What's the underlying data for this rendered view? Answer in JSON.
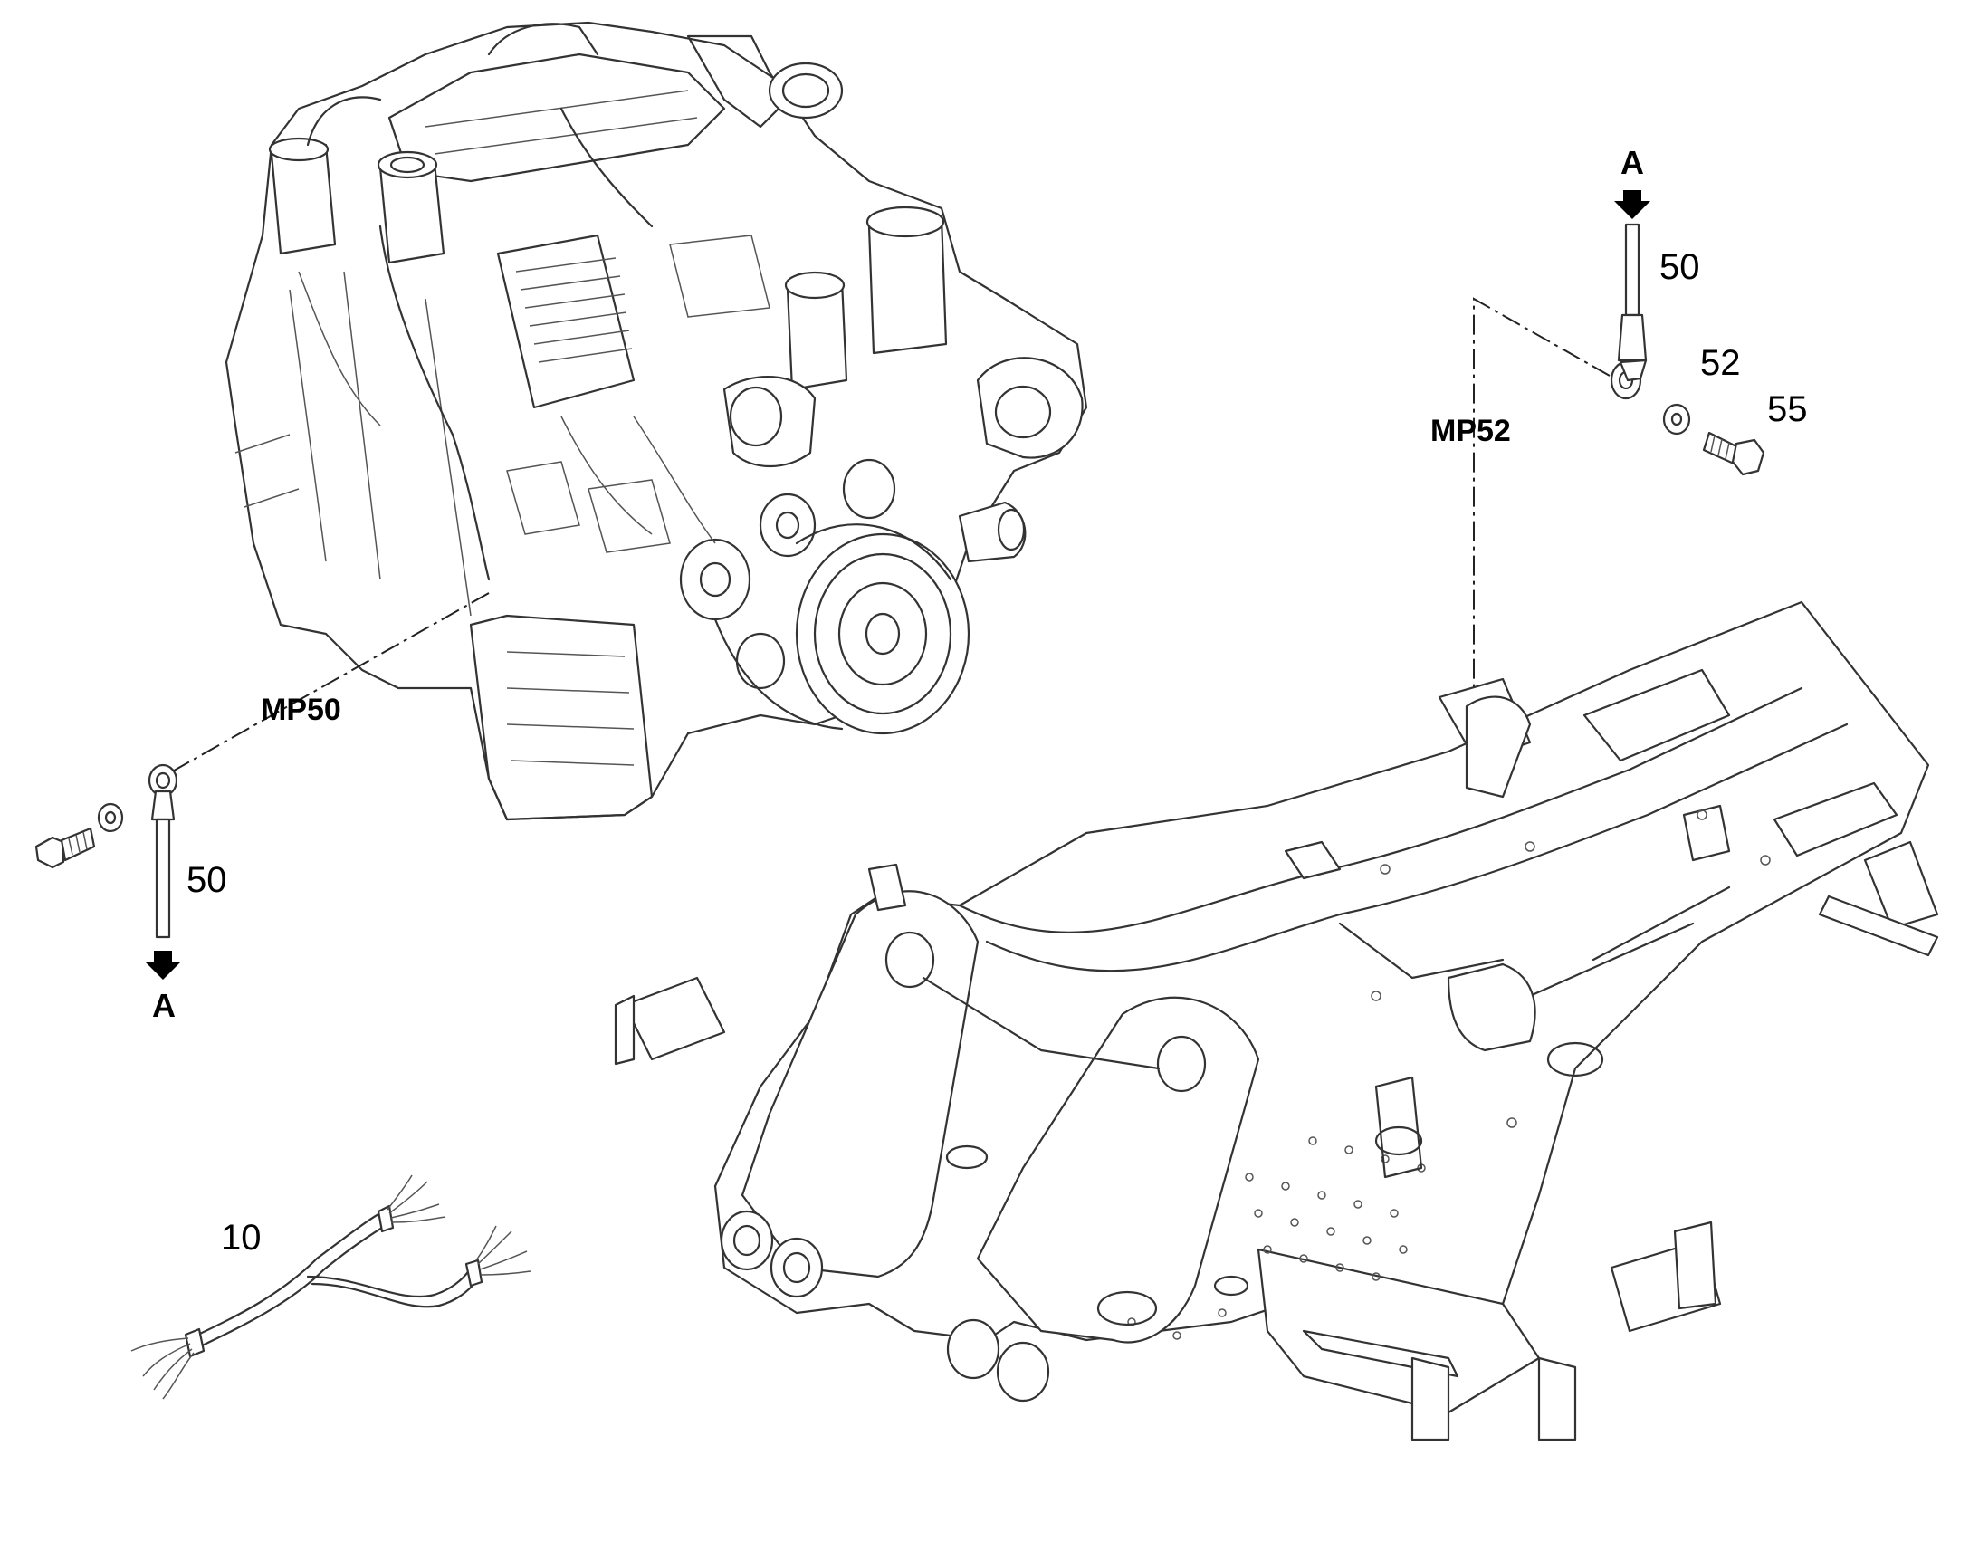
{
  "labels": {
    "mp50": "MP50",
    "mp52": "MP52",
    "a_top": "A",
    "a_bottom": "A",
    "part_50_left": "50",
    "part_50_right": "50",
    "part_52": "52",
    "part_55": "55",
    "part_10": "10"
  }
}
